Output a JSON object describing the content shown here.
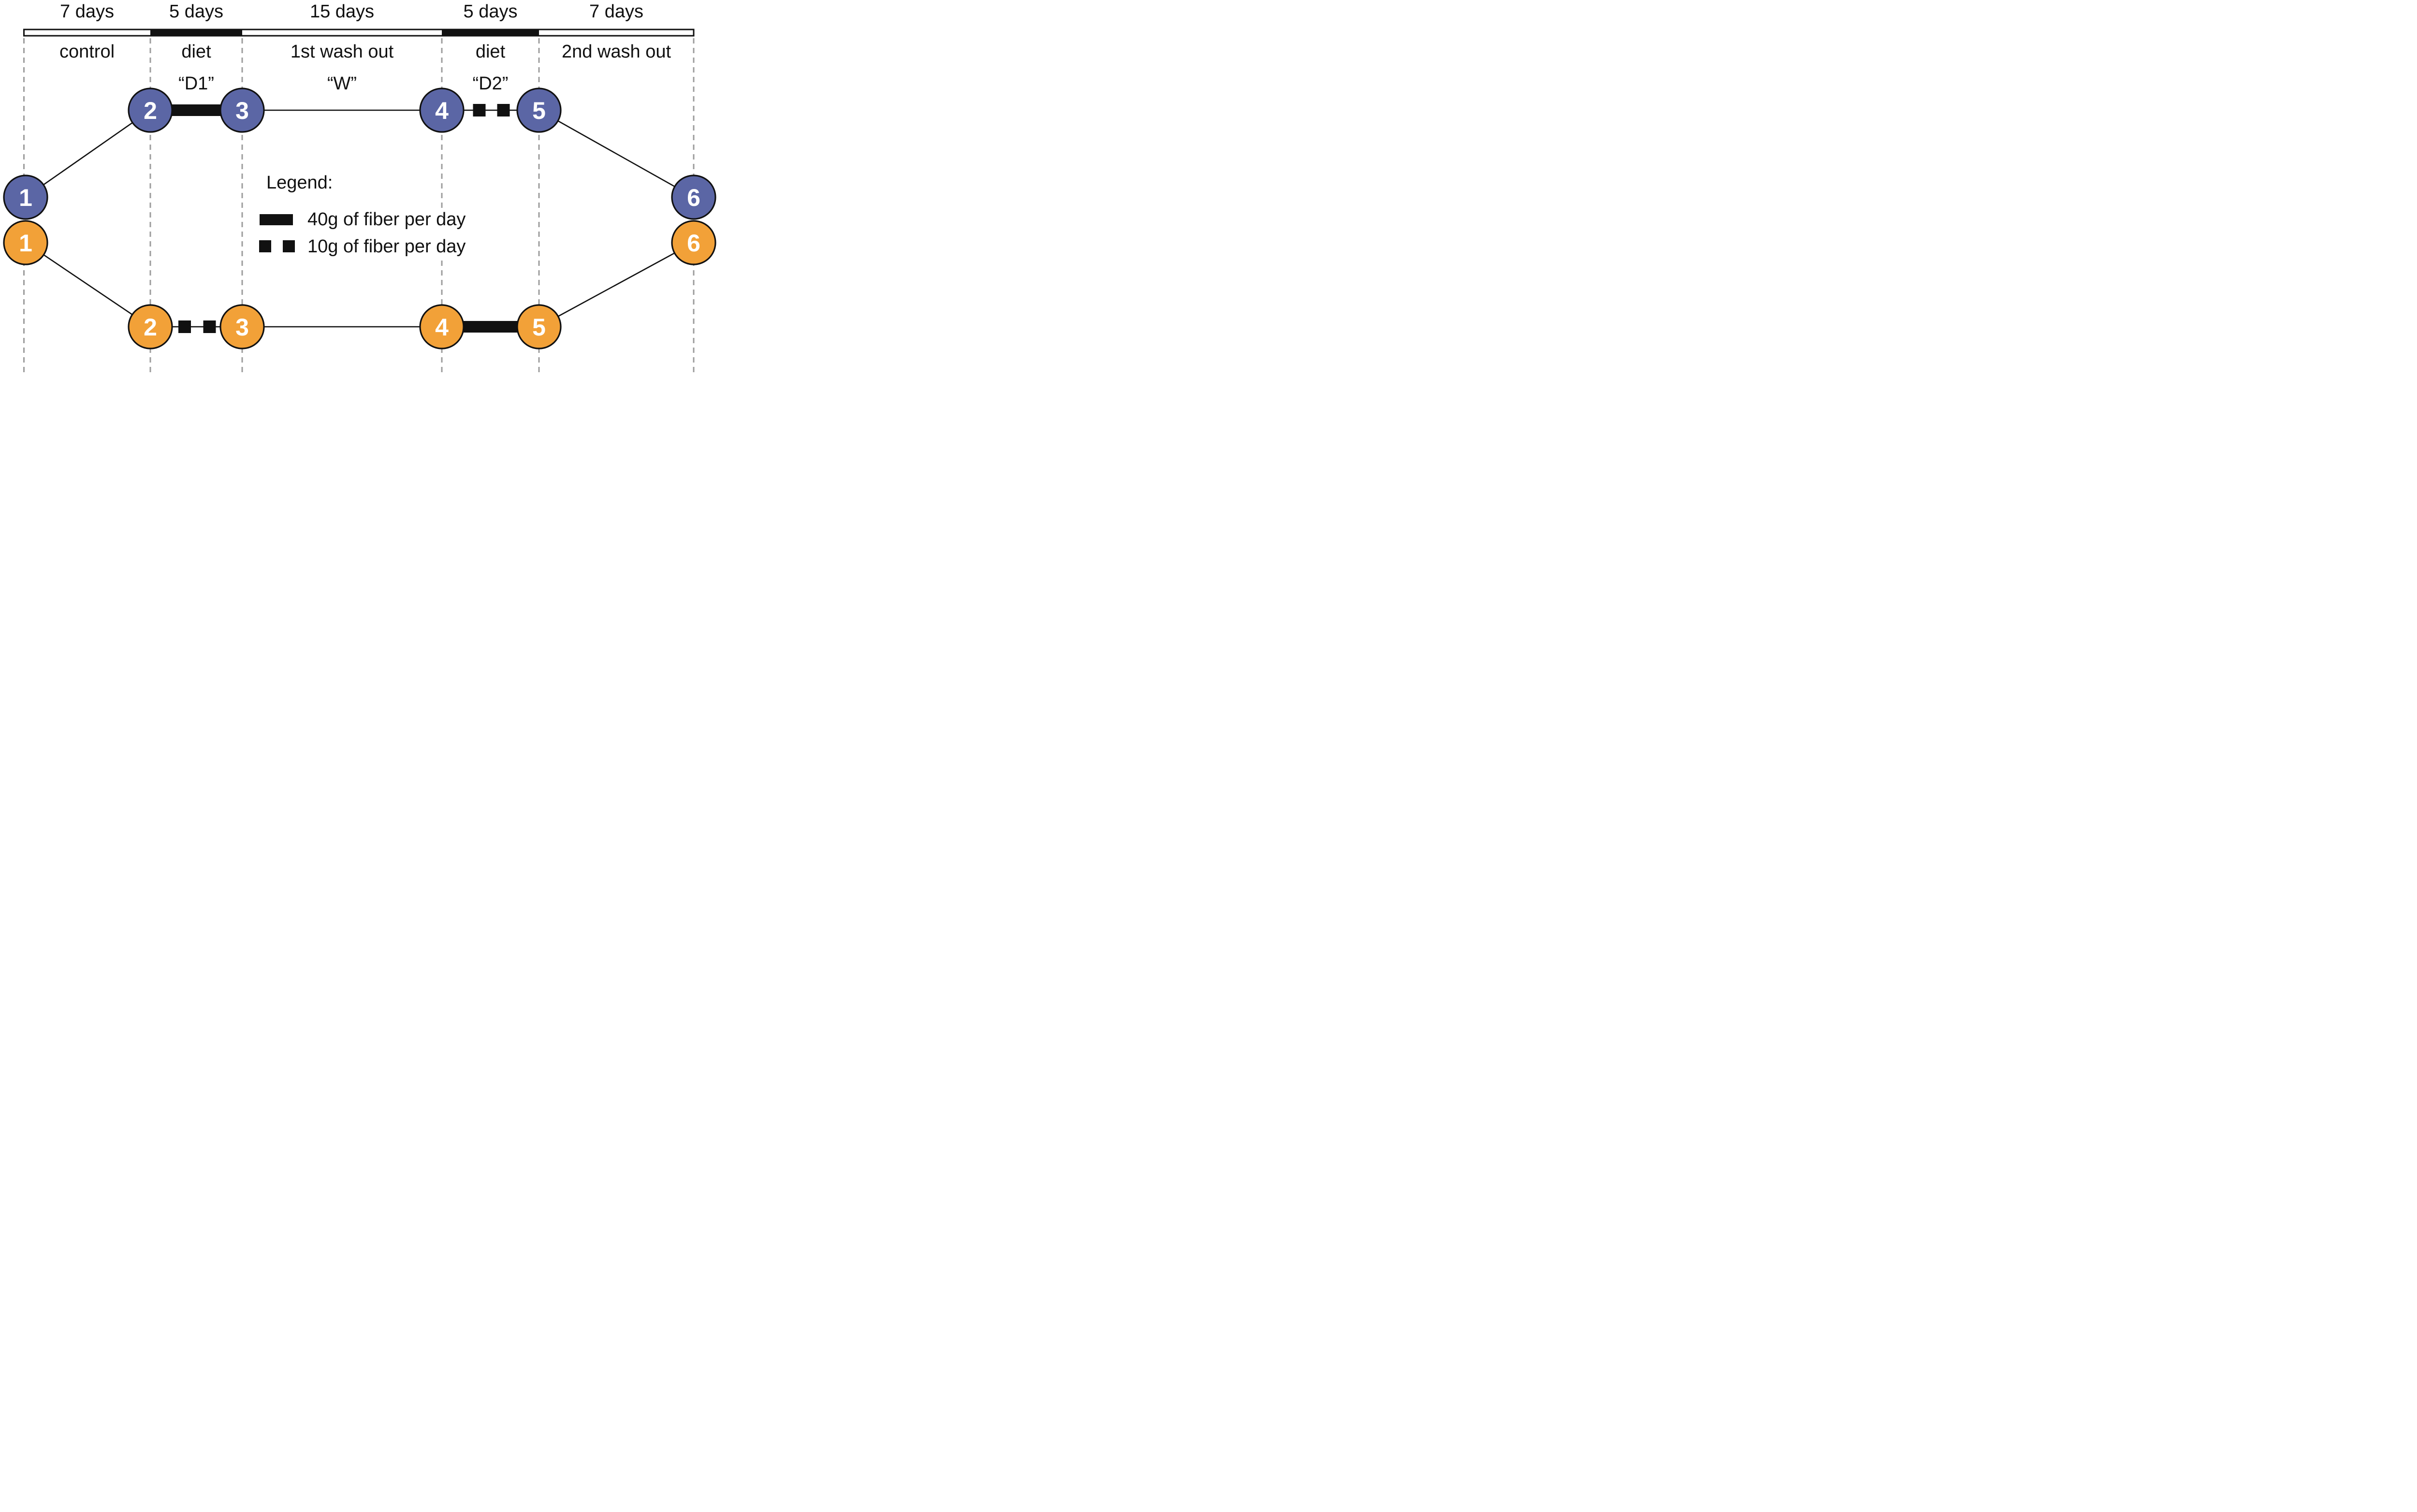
{
  "figure": {
    "description": "Crossover dietary fiber study design timeline with two arms"
  },
  "colors": {
    "blue_arm": "#5b66a5",
    "orange_arm": "#f2a138",
    "ink": "#111111",
    "gridline_gray": "#9c9c9c",
    "white": "#ffffff"
  },
  "timeline": {
    "phases": [
      {
        "duration": "7 days",
        "name": "control"
      },
      {
        "duration": "5 days",
        "name": "diet",
        "code": "“D1”"
      },
      {
        "duration": "15 days",
        "name": "1st wash out",
        "code": "“W”"
      },
      {
        "duration": "5 days",
        "name": "diet",
        "code": "“D2”"
      },
      {
        "duration": "7 days",
        "name": "2nd wash out"
      }
    ]
  },
  "arms": {
    "blue": {
      "visits": [
        "1",
        "2",
        "3",
        "4",
        "5",
        "6"
      ]
    },
    "orange": {
      "visits": [
        "1",
        "2",
        "3",
        "4",
        "5",
        "6"
      ]
    }
  },
  "legend": {
    "title": "Legend:",
    "items": [
      {
        "swatch": "solid-bar",
        "label": "40g of fiber per day"
      },
      {
        "swatch": "dashed-squares",
        "label": "10g of fiber per day"
      }
    ]
  }
}
